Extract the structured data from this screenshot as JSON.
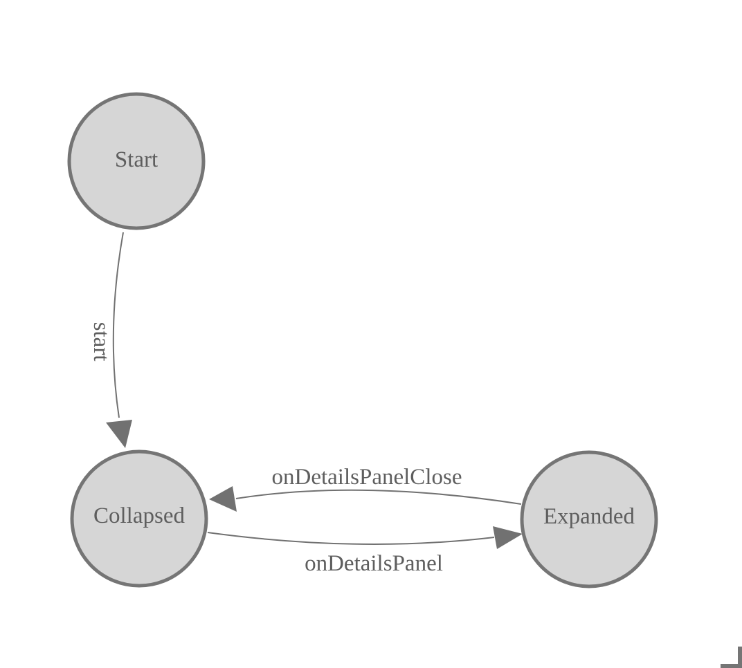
{
  "colors": {
    "background": "#ffffff",
    "node_fill": "#d6d6d6",
    "node_stroke": "#757575",
    "edge": "#717171",
    "label": "#5e5e5e",
    "corner": "#757575"
  },
  "diagram": {
    "nodes": [
      {
        "id": "start",
        "label": "Start"
      },
      {
        "id": "collapsed",
        "label": "Collapsed"
      },
      {
        "id": "expanded",
        "label": "Expanded"
      }
    ],
    "edges": [
      {
        "id": "start",
        "label": "start",
        "from": "Start",
        "to": "Collapsed"
      },
      {
        "id": "onDetailsPanelClose",
        "label": "onDetailsPanelClose",
        "from": "Expanded",
        "to": "Collapsed"
      },
      {
        "id": "onDetailsPanel",
        "label": "onDetailsPanel",
        "from": "Collapsed",
        "to": "Expanded"
      }
    ]
  }
}
